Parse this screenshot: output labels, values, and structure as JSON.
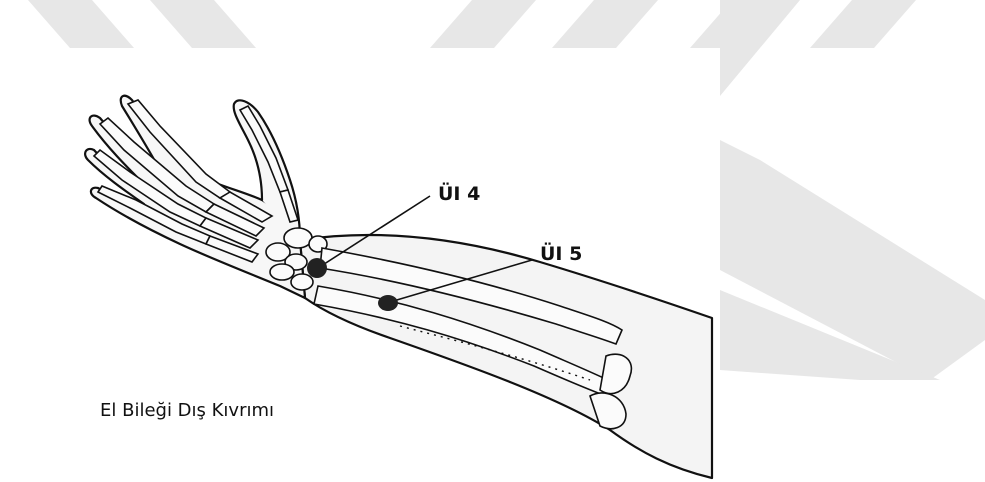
{
  "figure": {
    "points": [
      {
        "id": "ui4",
        "label": "ÜI 4"
      },
      {
        "id": "ui5",
        "label": "ÜI 5"
      }
    ],
    "caption": "El Bileği Dış Kıvrımı"
  },
  "colors": {
    "ink": "#111111",
    "watermark": "#e7e7e7",
    "arm_fill": "#f4f4f4",
    "bone_fill": "#fbfbfb"
  }
}
